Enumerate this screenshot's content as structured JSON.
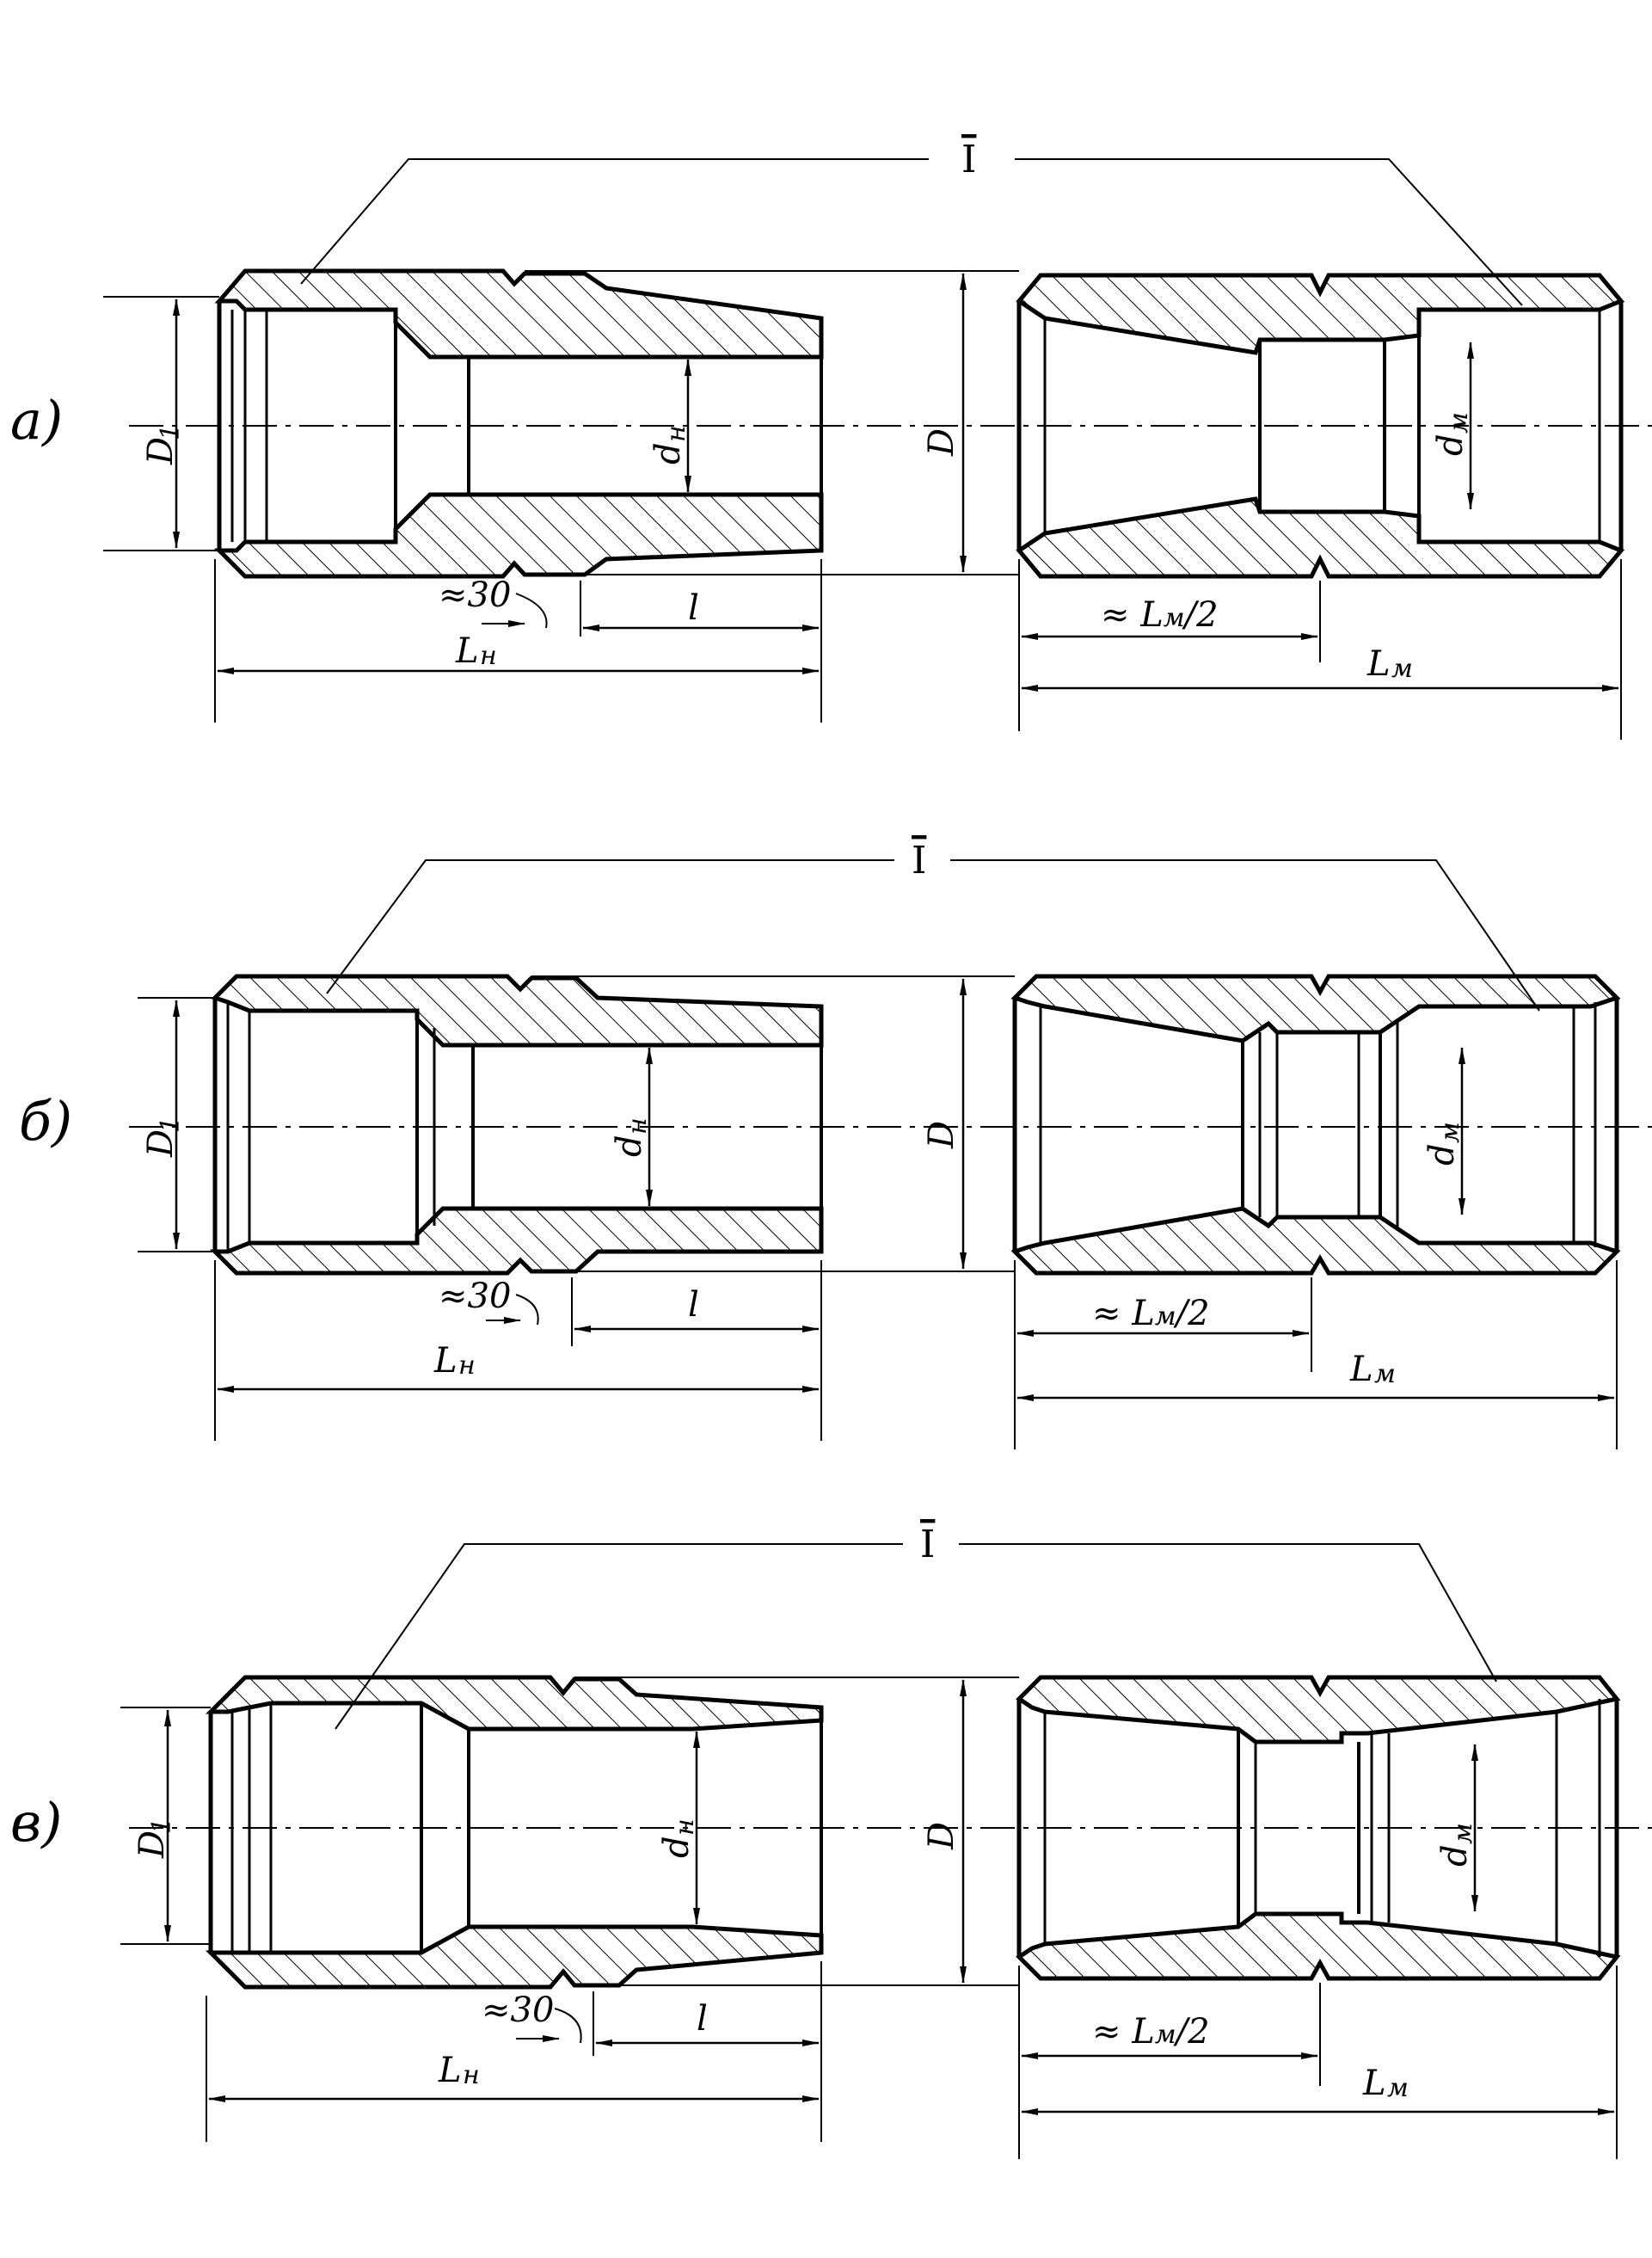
{
  "views": [
    {
      "id": "a",
      "label": "а)",
      "callout": "I",
      "dims": {
        "D1": "D",
        "D1_sub": "1",
        "dn": "d",
        "dn_sub": "н",
        "D": "D",
        "dm": "d",
        "dm_sub": "м",
        "angle": "≈30",
        "l": "l",
        "Ln": "L",
        "Ln_sub": "н",
        "half": "≈ L",
        "half_sub": "м",
        "half_tail": "/2",
        "Lm": "L",
        "Lm_sub": "м"
      }
    },
    {
      "id": "b",
      "label": "б)",
      "callout": "I",
      "dims": {
        "D1": "D",
        "D1_sub": "1",
        "dn": "d",
        "dn_sub": "н",
        "D": "D",
        "dm": "d",
        "dm_sub": "м",
        "angle": "≈30",
        "l": "l",
        "Ln": "L",
        "Ln_sub": "н",
        "half": "≈ L",
        "half_sub": "м",
        "half_tail": "/2",
        "Lm": "L",
        "Lm_sub": "м"
      }
    },
    {
      "id": "v",
      "label": "в)",
      "callout": "I",
      "dims": {
        "D1": "D",
        "D1_sub": "1",
        "dn": "d",
        "dn_sub": "н",
        "D": "D",
        "dm": "d",
        "dm_sub": "м",
        "angle": "≈30",
        "l": "l",
        "Ln": "L",
        "Ln_sub": "н",
        "half": "≈ L",
        "half_sub": "м",
        "half_tail": "/2",
        "Lm": "L",
        "Lm_sub": "м"
      }
    }
  ],
  "style": {
    "ink": "#000000",
    "paper": "#ffffff"
  }
}
